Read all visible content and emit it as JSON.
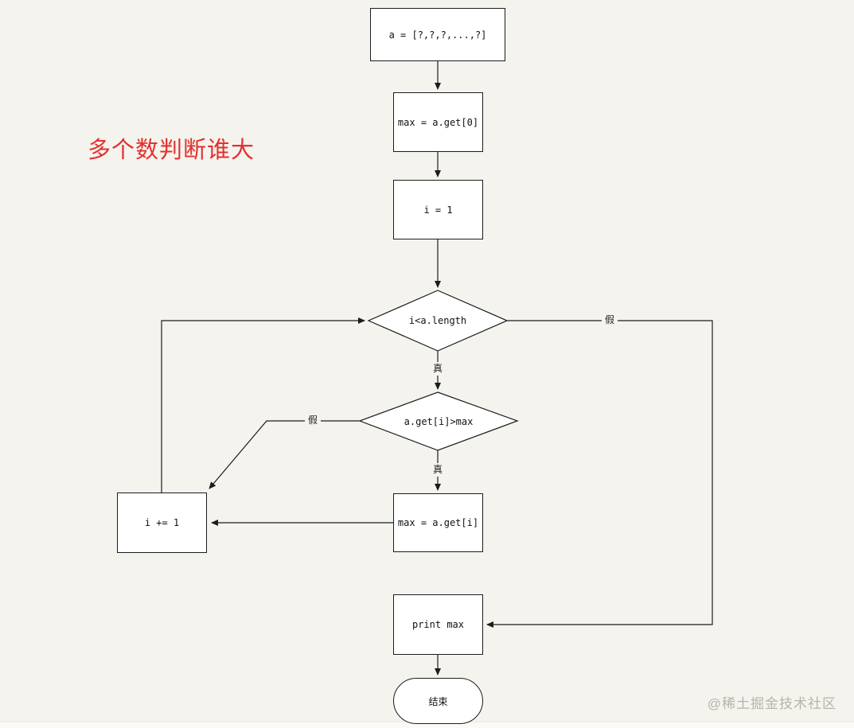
{
  "canvas": {
    "background_color": "#f5f3ee",
    "line_color": "#1c1c1c",
    "node_fill_color": "#ffffff"
  },
  "annotation": {
    "title": "多个数判断谁大",
    "title_color": "#e3312f"
  },
  "watermark": {
    "text": "@稀土掘金技术社区",
    "color": "#b7b3aa"
  },
  "flowchart": {
    "nodes": {
      "start_array": {
        "label": "a = [?,?,?,...,?]",
        "shape": "process"
      },
      "init_max": {
        "label": "max = a.get[0]",
        "shape": "process"
      },
      "init_i": {
        "label": "i = 1",
        "shape": "process"
      },
      "loop_condition": {
        "label": "i<a.length",
        "shape": "decision"
      },
      "compare_condition": {
        "label": "a.get[i]>max",
        "shape": "decision"
      },
      "assign_max": {
        "label": "max = a.get[i]",
        "shape": "process"
      },
      "increment_i": {
        "label": "i += 1",
        "shape": "process"
      },
      "print_max": {
        "label": "print max",
        "shape": "process"
      },
      "end_terminal": {
        "label": "结束",
        "shape": "terminator"
      }
    },
    "edge_labels": {
      "true_label": "真",
      "false_label": "假"
    }
  }
}
